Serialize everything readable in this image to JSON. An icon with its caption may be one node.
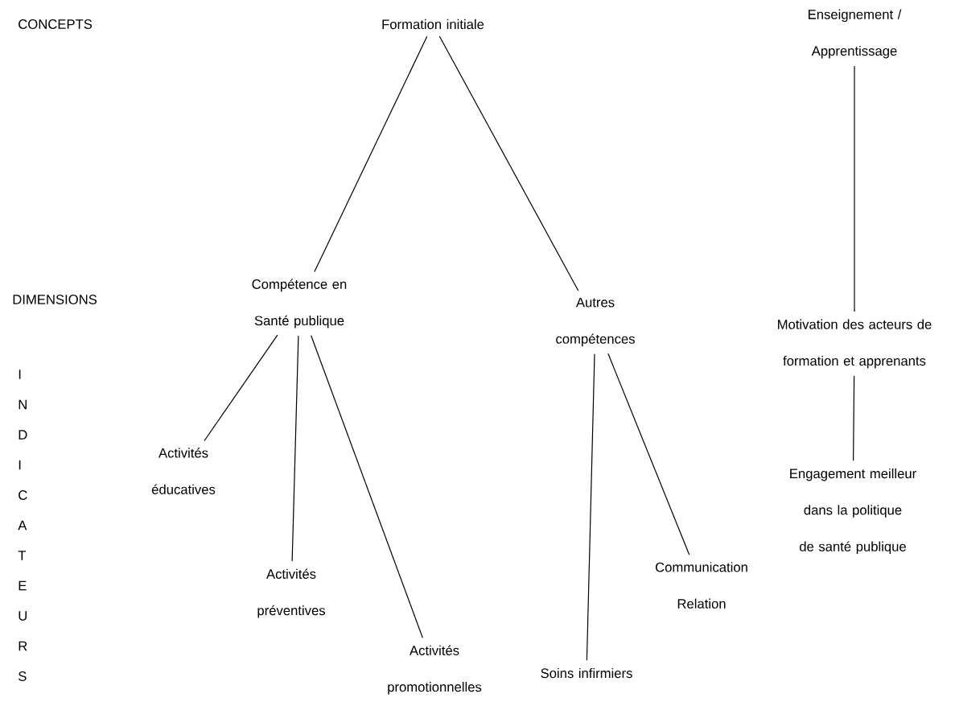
{
  "diagram": {
    "nodes": [
      {
        "text": [
          "Formation initiale"
        ]
      },
      {
        "text": [
          "Enseignement / Apprentissage"
        ]
      },
      {
        "text": [
          "Compétence en Santé publique"
        ]
      },
      {
        "text": [
          "Autres compétences"
        ]
      },
      {
        "text": [
          "Motivation des acteurs de formation et apprenants"
        ]
      },
      {
        "text": [
          "Activités éducatives"
        ]
      },
      {
        "text": [
          "Activités préventives"
        ]
      },
      {
        "text": [
          "Activités promotionnelles"
        ]
      },
      {
        "text": [
          "Soins infirmiers"
        ]
      },
      {
        "text": [
          "Communication Relation"
        ]
      },
      {
        "text": [
          "Engagement meilleur dans la politique de santé publique"
        ]
      }
    ],
    "edges": [
      {
        "from": 0,
        "to": 2,
        "arrow": "none"
      },
      {
        "from": 0,
        "to": 3,
        "arrow": "none"
      },
      {
        "from": 1,
        "to": 4,
        "arrow": "none"
      },
      {
        "from": 2,
        "to": 5,
        "arrow": "none"
      },
      {
        "from": 2,
        "to": 6,
        "arrow": "none"
      },
      {
        "from": 2,
        "to": 7,
        "arrow": "none"
      },
      {
        "from": 3,
        "to": 8,
        "arrow": "none"
      },
      {
        "from": 3,
        "to": 9,
        "arrow": "none"
      },
      {
        "from": 4,
        "to": 10,
        "arrow": "none"
      }
    ],
    "labels": [
      "CONCEPTS",
      "DIMENSIONS",
      "I",
      "N",
      "D",
      "I",
      "C",
      "A",
      "T",
      "E",
      "U",
      "R",
      "S"
    ]
  }
}
